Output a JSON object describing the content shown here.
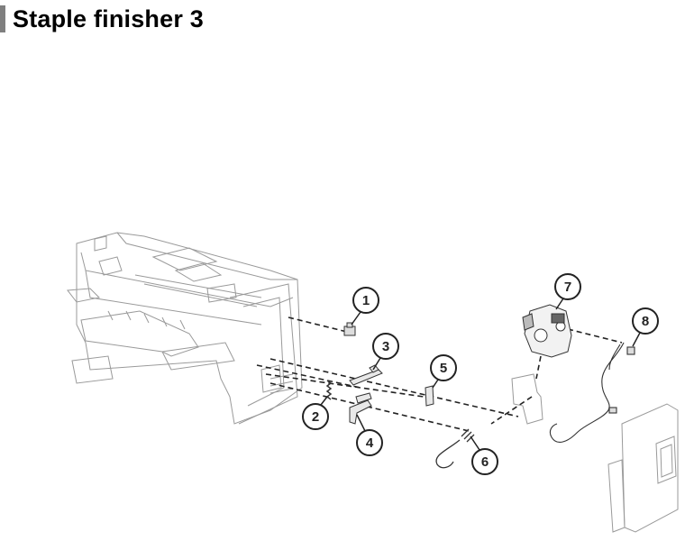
{
  "page": {
    "title": "Staple finisher 3",
    "accent_color": "#7f7f7f"
  },
  "callouts": [
    {
      "id": "1",
      "label": "1"
    },
    {
      "id": "2",
      "label": "2"
    },
    {
      "id": "3",
      "label": "3"
    },
    {
      "id": "4",
      "label": "4"
    },
    {
      "id": "5",
      "label": "5"
    },
    {
      "id": "6",
      "label": "6"
    },
    {
      "id": "7",
      "label": "7"
    },
    {
      "id": "8",
      "label": "8"
    }
  ]
}
